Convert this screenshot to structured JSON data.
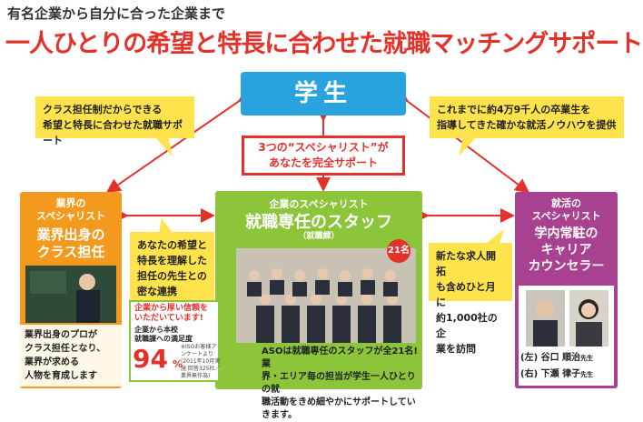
{
  "header": {
    "kicker": "有名企業から自分に合った企業まで",
    "headline": "一人ひとりの希望と特長に合わせた就職マッチングサポート"
  },
  "student": {
    "label": "学生"
  },
  "callouts": {
    "left_top": [
      "クラス担任制だからできる",
      "希望と特長に合わせた就職サポート"
    ],
    "right_top": [
      "これまでに約4万9千人の卒業生を",
      "指導してきた確かな就活ノウハウを提供"
    ],
    "mid_left": [
      "あなたの希望と",
      "特長を理解した",
      "担任の先生との",
      "密な連携"
    ],
    "mid_right": [
      "新たな求人開拓",
      "も含めひと月に",
      "約1,000社の企",
      "業を訪問"
    ]
  },
  "three_specialists": [
    "3つの“スペシャリスト”が",
    "あなたを完全サポート"
  ],
  "left_panel": {
    "sub": [
      "業界の",
      "スペシャリスト"
    ],
    "title": [
      "業界出身の",
      "クラス担任"
    ],
    "text": [
      "業界出身のプロが",
      "クラス担任となり、",
      "業界が求める",
      "人物を育成します"
    ]
  },
  "center_panel": {
    "sub": "企業のスペシャリスト",
    "title": "就職専任のスタッフ",
    "dept": "（就職課）",
    "badge": "21名",
    "text": [
      "ASOは就職専任のスタッフが全21名! 業",
      "界・エリア毎の担当が学生一人ひとりの就",
      "職活動をきめ細やかにサポートしていきます。"
    ]
  },
  "satisfaction": {
    "headline": [
      "企業から厚い信頼を",
      "いただいています!"
    ],
    "label": [
      "企業から本校",
      "就職課への満足度"
    ],
    "value": "94",
    "unit": "%",
    "note": "※ISOお客様アンケートより(2011年10月実施 回答325社／業界無作為)"
  },
  "right_panel": {
    "sub": [
      "就活の",
      "スペシャリスト"
    ],
    "title": [
      "学内常駐の",
      "キャリア",
      "カウンセラー"
    ],
    "names": [
      {
        "prefix": "(左)",
        "name": "谷口 順治",
        "suffix": "先生"
      },
      {
        "prefix": "(右)",
        "name": "下瀬 律子",
        "suffix": "先生"
      }
    ]
  },
  "colors": {
    "accent_red": "#e4322b",
    "student_blue": "#29a3dd",
    "callout_yellow": "#ffe34d",
    "left_orange": "#f39a1e",
    "center_green": "#8cc43a",
    "right_purple": "#a8418f"
  }
}
